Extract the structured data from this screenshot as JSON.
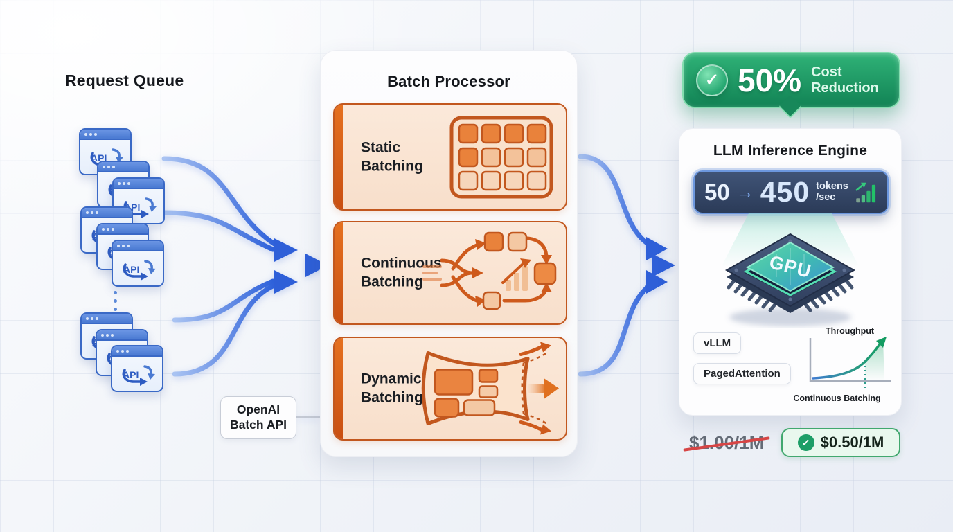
{
  "request_queue": {
    "title": "Request Queue",
    "window_label": "API"
  },
  "batch_processor": {
    "title": "Batch Processor",
    "modes": [
      {
        "label": "Static\nBatching"
      },
      {
        "label": "Continuous\nBatching"
      },
      {
        "label": "Dynamic\nBatching"
      }
    ]
  },
  "openai_batch_api": {
    "label": "OpenAI\nBatch API"
  },
  "cost_badge": {
    "percent": "50%",
    "label": "Cost\nReduction",
    "check": "✓"
  },
  "inference_engine": {
    "title": "LLM Inference Engine",
    "throughput": {
      "before": "50",
      "arrow": "→",
      "after": "450",
      "unit_line1": "tokens",
      "unit_line2": "/sec"
    },
    "chip_label": "GPU",
    "tags": [
      {
        "label": "vLLM"
      },
      {
        "label": "PagedAttention"
      }
    ],
    "mini_chart": {
      "y_label": "Throughput",
      "x_label": "Continuous Batching"
    }
  },
  "pricing": {
    "old_price": "$1.00/1M",
    "new_price": "$0.50/1M",
    "check": "✓"
  },
  "colors": {
    "accent_orange": "#c2571e",
    "arrow_blue": "#2e5fd8",
    "badge_green": "#128355",
    "tokens_navy": "#2b3b58",
    "price_red": "#d64545"
  }
}
